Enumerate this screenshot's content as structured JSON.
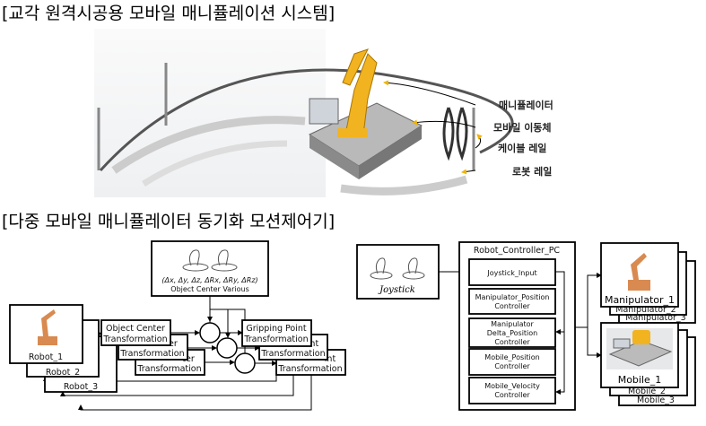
{
  "section1": {
    "title": "[교각 원격시공용 모바일 매니퓰레이션 시스템]",
    "callouts": [
      "매니퓰레이터",
      "모바일 이동체",
      "케이블 레일",
      "로봇 레일"
    ]
  },
  "section2": {
    "title": "[다중 모바일 매니퓰레이터 동기화 모션제어기]",
    "left": {
      "joystick_formula": "(Δx, Δy, Δz, ΔRx, ΔRy, ΔRz)",
      "joystick_caption": "Object Center Various",
      "robots": [
        "Robot_1",
        "Robot_2",
        "Robot_3"
      ],
      "oct_line1": "Object Center",
      "oct_partial": "ter",
      "transformation": "Transformation",
      "gpt_line1": "Gripping Point",
      "gpt_partial": "int"
    },
    "right": {
      "joystick_label": "Joystick",
      "controller_title": "Robot_Controller_PC",
      "modules": [
        [
          "Joystick_Input"
        ],
        [
          "Manipulator_Position",
          "Controller"
        ],
        [
          "Manipulator",
          "Delta_Position",
          "Controller"
        ],
        [
          "Mobile_Position",
          "Controller"
        ],
        [
          "Mobile_Velocity",
          "Controller"
        ]
      ],
      "manipulators": [
        "Manipulator_1",
        "Manipulator_2",
        "Manipulator_3"
      ],
      "mobiles": [
        "Mobile_1",
        "Mobile_2",
        "Mobile_3"
      ]
    }
  },
  "colors": {
    "robot_yellow": "#f2b320",
    "arrow_yellow": "#f0b400",
    "robot_orange": "#d98a50"
  }
}
